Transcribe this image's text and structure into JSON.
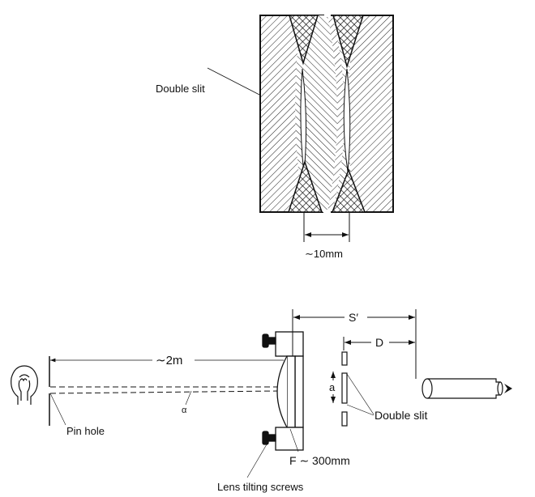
{
  "top_figure": {
    "double_slit_label": "Double slit",
    "width_label": "∼10mm"
  },
  "bottom_figure": {
    "distance_label": "∼2m",
    "pin_hole_label": "Pin hole",
    "angle_label": "α",
    "s_prime_label": "S′",
    "d_label": "D",
    "a_label": "a",
    "double_slit_label": "Double slit",
    "focal_label": "F ∼ 300mm",
    "screws_label": "Lens tilting screws"
  }
}
